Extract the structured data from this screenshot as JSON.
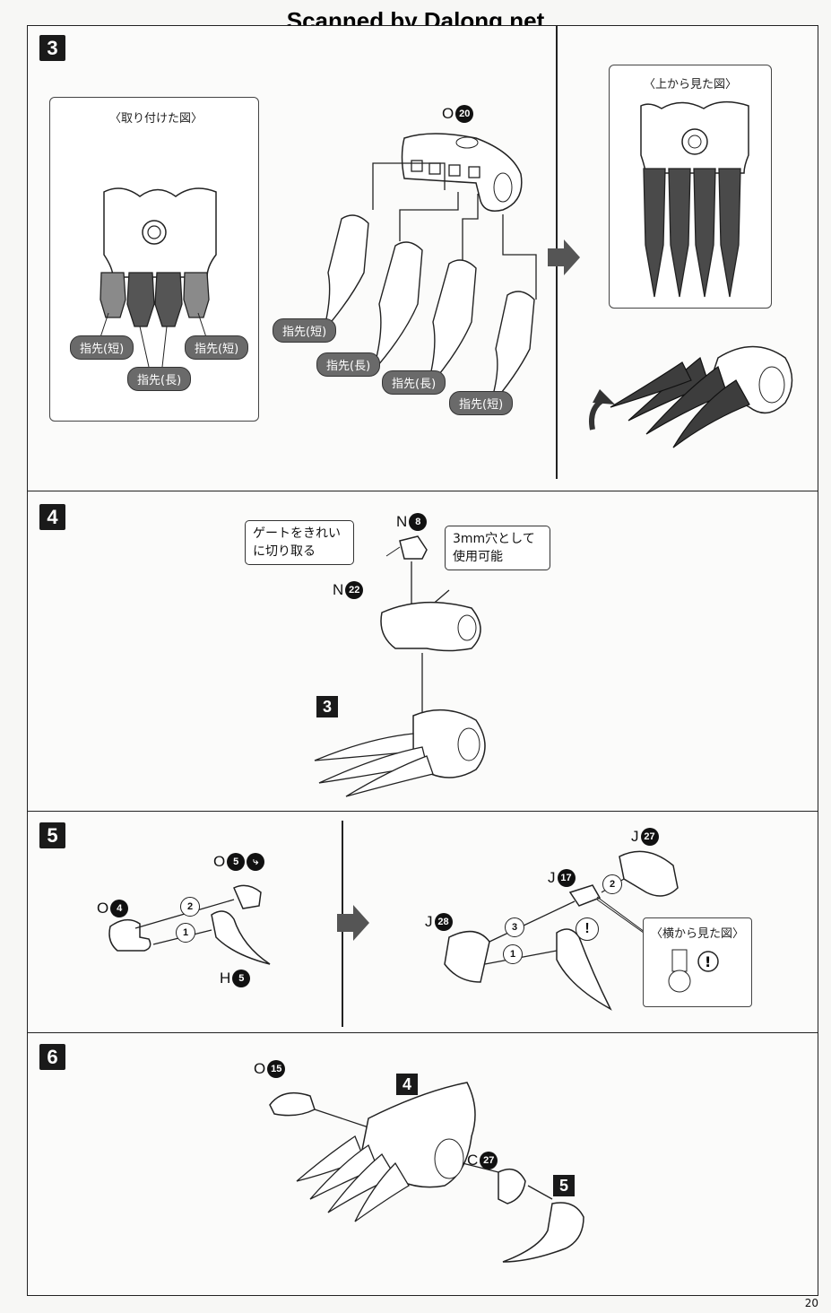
{
  "watermark": "Scanned by Dalong.net",
  "page_number": "20",
  "steps": {
    "s3": {
      "number": "3",
      "inset_left_title": "〈取り付けた図〉",
      "inset_right_title": "〈上から見た図〉",
      "part_main": {
        "letter": "O",
        "num": "20"
      },
      "left_labels": [
        "指先(短)",
        "指先(長)",
        "指先(短)"
      ],
      "claw_labels": [
        "指先(短)",
        "指先(長)",
        "指先(長)",
        "指先(短)"
      ]
    },
    "s4": {
      "number": "4",
      "note_gate": "ゲートをきれい\nに切り取る",
      "note_gate_line1": "ゲートをきれい",
      "note_gate_line2": "に切り取る",
      "note_hole_line1": "3mm穴として",
      "note_hole_line2": "使用可能",
      "part_a": {
        "letter": "N",
        "num": "8"
      },
      "part_b": {
        "letter": "N",
        "num": "22"
      },
      "ref_step": "3"
    },
    "s5": {
      "number": "5",
      "part_o5": {
        "letter": "O",
        "num": "5"
      },
      "part_o4": {
        "letter": "O",
        "num": "4"
      },
      "part_h5": {
        "letter": "H",
        "num": "5"
      },
      "part_j27": {
        "letter": "J",
        "num": "27"
      },
      "part_j17": {
        "letter": "J",
        "num": "17"
      },
      "part_j28": {
        "letter": "J",
        "num": "28"
      },
      "order_marks": [
        "1",
        "2",
        "1",
        "2",
        "3"
      ],
      "inset_title": "〈横から見た図〉",
      "warning": "!"
    },
    "s6": {
      "number": "6",
      "part_o15": {
        "letter": "O",
        "num": "15"
      },
      "part_c27": {
        "letter": "C",
        "num": "27"
      },
      "ref_step4": "4",
      "ref_step5": "5"
    }
  }
}
